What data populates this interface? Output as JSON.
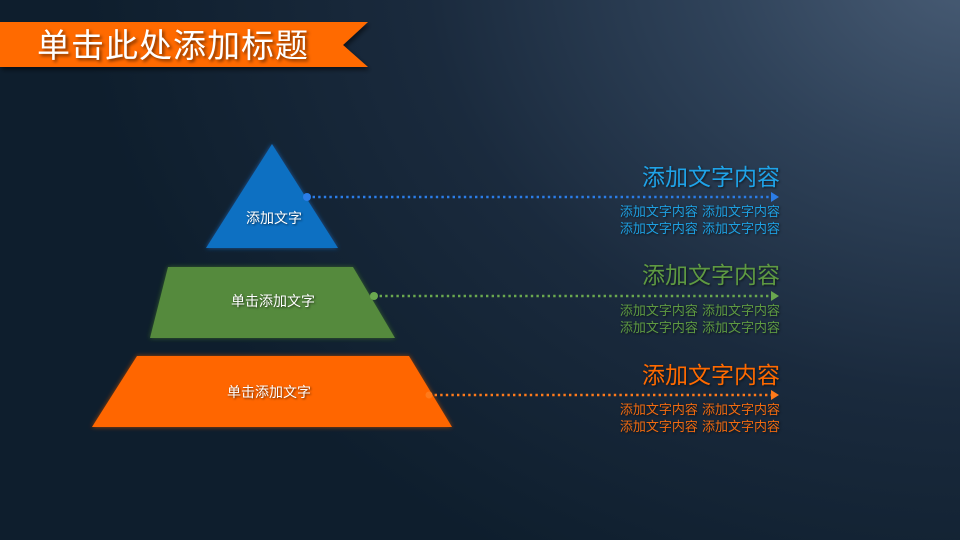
{
  "slide": {
    "title": "单击此处添加标题",
    "ribbon_color": "#ff6a00"
  },
  "pyramid": [
    {
      "level": "top",
      "shape": "triangle",
      "label": "添加文字",
      "color": "#0b6fc2",
      "accent": "#2b8bf0",
      "title": "添加文字内容",
      "title_color": "#1fa3e8",
      "body_lines": [
        "添加文字内容  添加文字内容",
        "添加文字内容  添加文字内容"
      ],
      "body_color": "#1e9fe0"
    },
    {
      "level": "middle",
      "shape": "trapezoid",
      "label": "单击添加文字",
      "color": "#548a3c",
      "accent": "#6aa84f",
      "title": "添加文字内容",
      "title_color": "#5e9a42",
      "body_lines": [
        "添加文字内容  添加文字内容",
        "添加文字内容  添加文字内容"
      ],
      "body_color": "#5e9a42"
    },
    {
      "level": "bottom",
      "shape": "trapezoid",
      "label": "单击添加文字",
      "color": "#ff6600",
      "accent": "#ff7a1a",
      "title": "添加文字内容",
      "title_color": "#ff6a00",
      "body_lines": [
        "添加文字内容  添加文字内容",
        "添加文字内容  添加文字内容"
      ],
      "body_color": "#f06a10"
    }
  ]
}
